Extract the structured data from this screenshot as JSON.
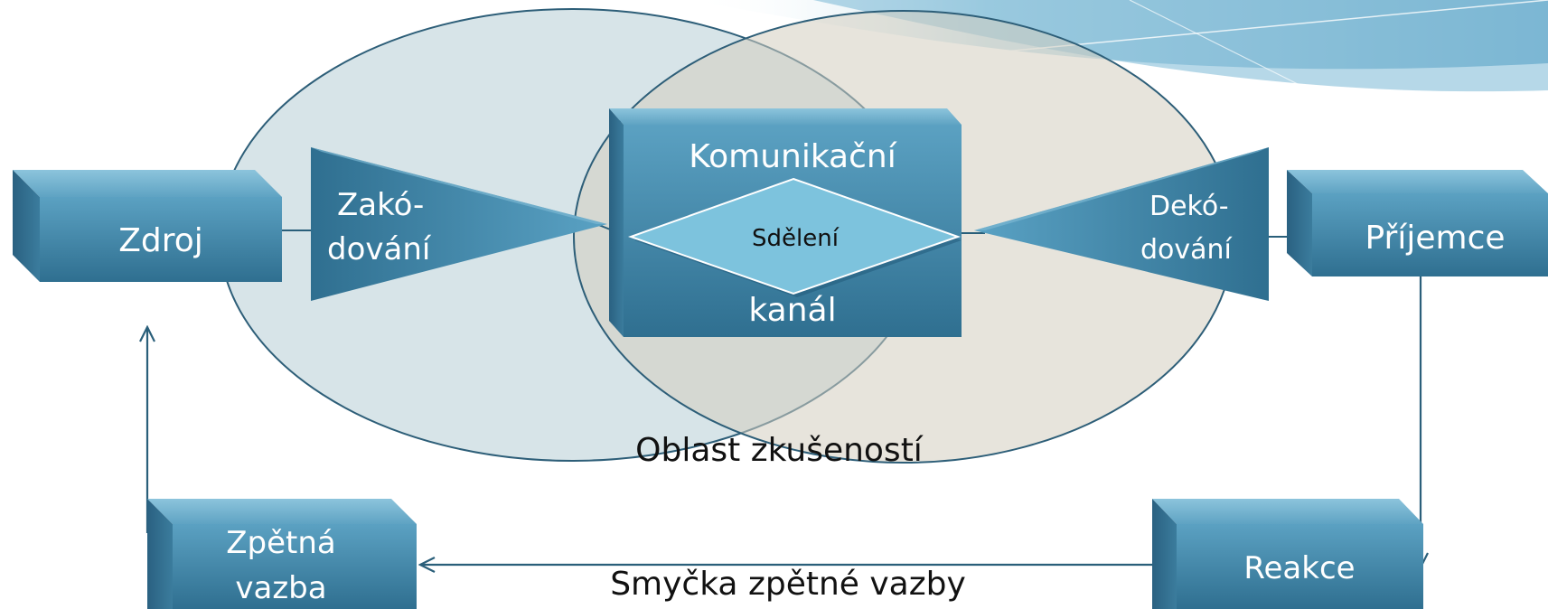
{
  "nodes": {
    "source": "Zdroj",
    "encoding_1": "Zakó-",
    "encoding_2": "dování",
    "channel_top": "Komunikační",
    "channel_bottom": "kanál",
    "message": "Sdělení",
    "decoding_1": "Dekó-",
    "decoding_2": "dování",
    "receiver": "Příjemce",
    "reaction": "Reakce",
    "feedback_1": "Zpětná",
    "feedback_2": "vazba"
  },
  "labels": {
    "experience": "Oblast zkušeností",
    "loop": "Smyčka zpětné vazby"
  },
  "colors": {
    "box_front": "#3f84a6",
    "box_top": "#6fb0cd",
    "box_side": "#2b6584",
    "arrow_line": "#2a5f7a",
    "circle_left": "#c5d8de",
    "circle_right": "#d9d4c8",
    "message_diamond": "#7cc2dc"
  }
}
